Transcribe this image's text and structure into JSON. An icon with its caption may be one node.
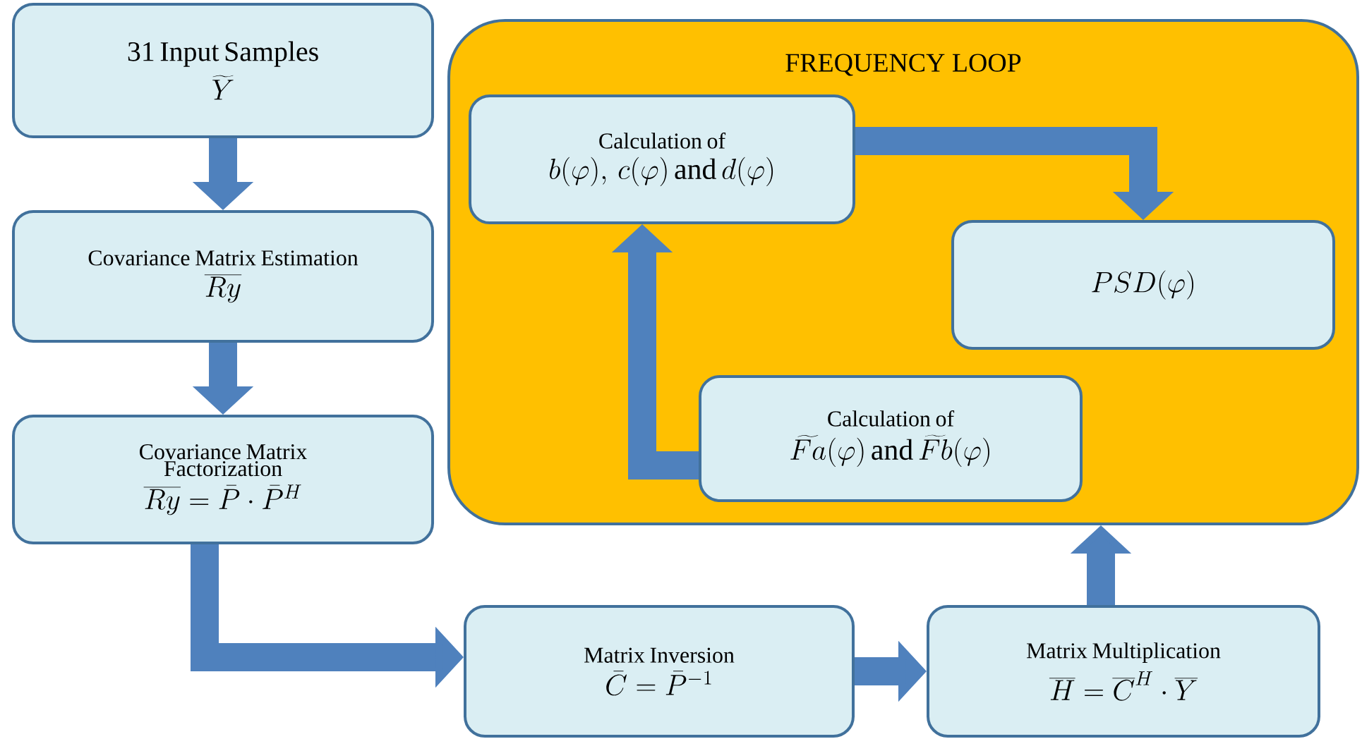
{
  "diagram": {
    "nodes": [
      {
        "text": [
          "31 Input Samples",
          "\\widetilde{Y}"
        ]
      },
      {
        "text": [
          "Covariance Matrix Estimation",
          "\\overline{Ry}"
        ]
      },
      {
        "text": [
          "Covariance Matrix Factorization",
          "\\overline{Ry} = \\bar{P} \\cdot \\bar{P}^{H}"
        ]
      },
      {
        "text": [
          "FREQUENCY LOOP"
        ]
      },
      {
        "text": [
          "Calculation of",
          "b(\\varphi),\\, c(\\varphi)\\ \\mathrm{and}\\ d(\\varphi)"
        ],
        "in": 3
      },
      {
        "text": [
          "PSD(\\varphi)"
        ],
        "in": 3
      },
      {
        "text": [
          "Calculation of",
          "\\widetilde{Fa}(\\varphi)\\ \\mathrm{and}\\ \\widetilde{Fb}(\\varphi)"
        ],
        "in": 3
      },
      {
        "text": [
          "Matrix Inversion",
          "\\bar{C} = \\bar{P}^{-1}"
        ]
      },
      {
        "text": [
          "Matrix Multiplication",
          "\\overline{H} = \\overline{C}^{H} \\cdot \\overline{Y}"
        ]
      }
    ],
    "edges": [
      {
        "from": 0,
        "to": 1,
        "arrow": "to"
      },
      {
        "from": 1,
        "to": 2,
        "arrow": "to"
      },
      {
        "from": 2,
        "to": 7,
        "arrow": "to"
      },
      {
        "from": 7,
        "to": 8,
        "arrow": "to"
      },
      {
        "from": 8,
        "to": 3,
        "arrow": "to"
      },
      {
        "from": 6,
        "to": 4,
        "arrow": "to"
      },
      {
        "from": 4,
        "to": 5,
        "arrow": "to"
      }
    ]
  }
}
